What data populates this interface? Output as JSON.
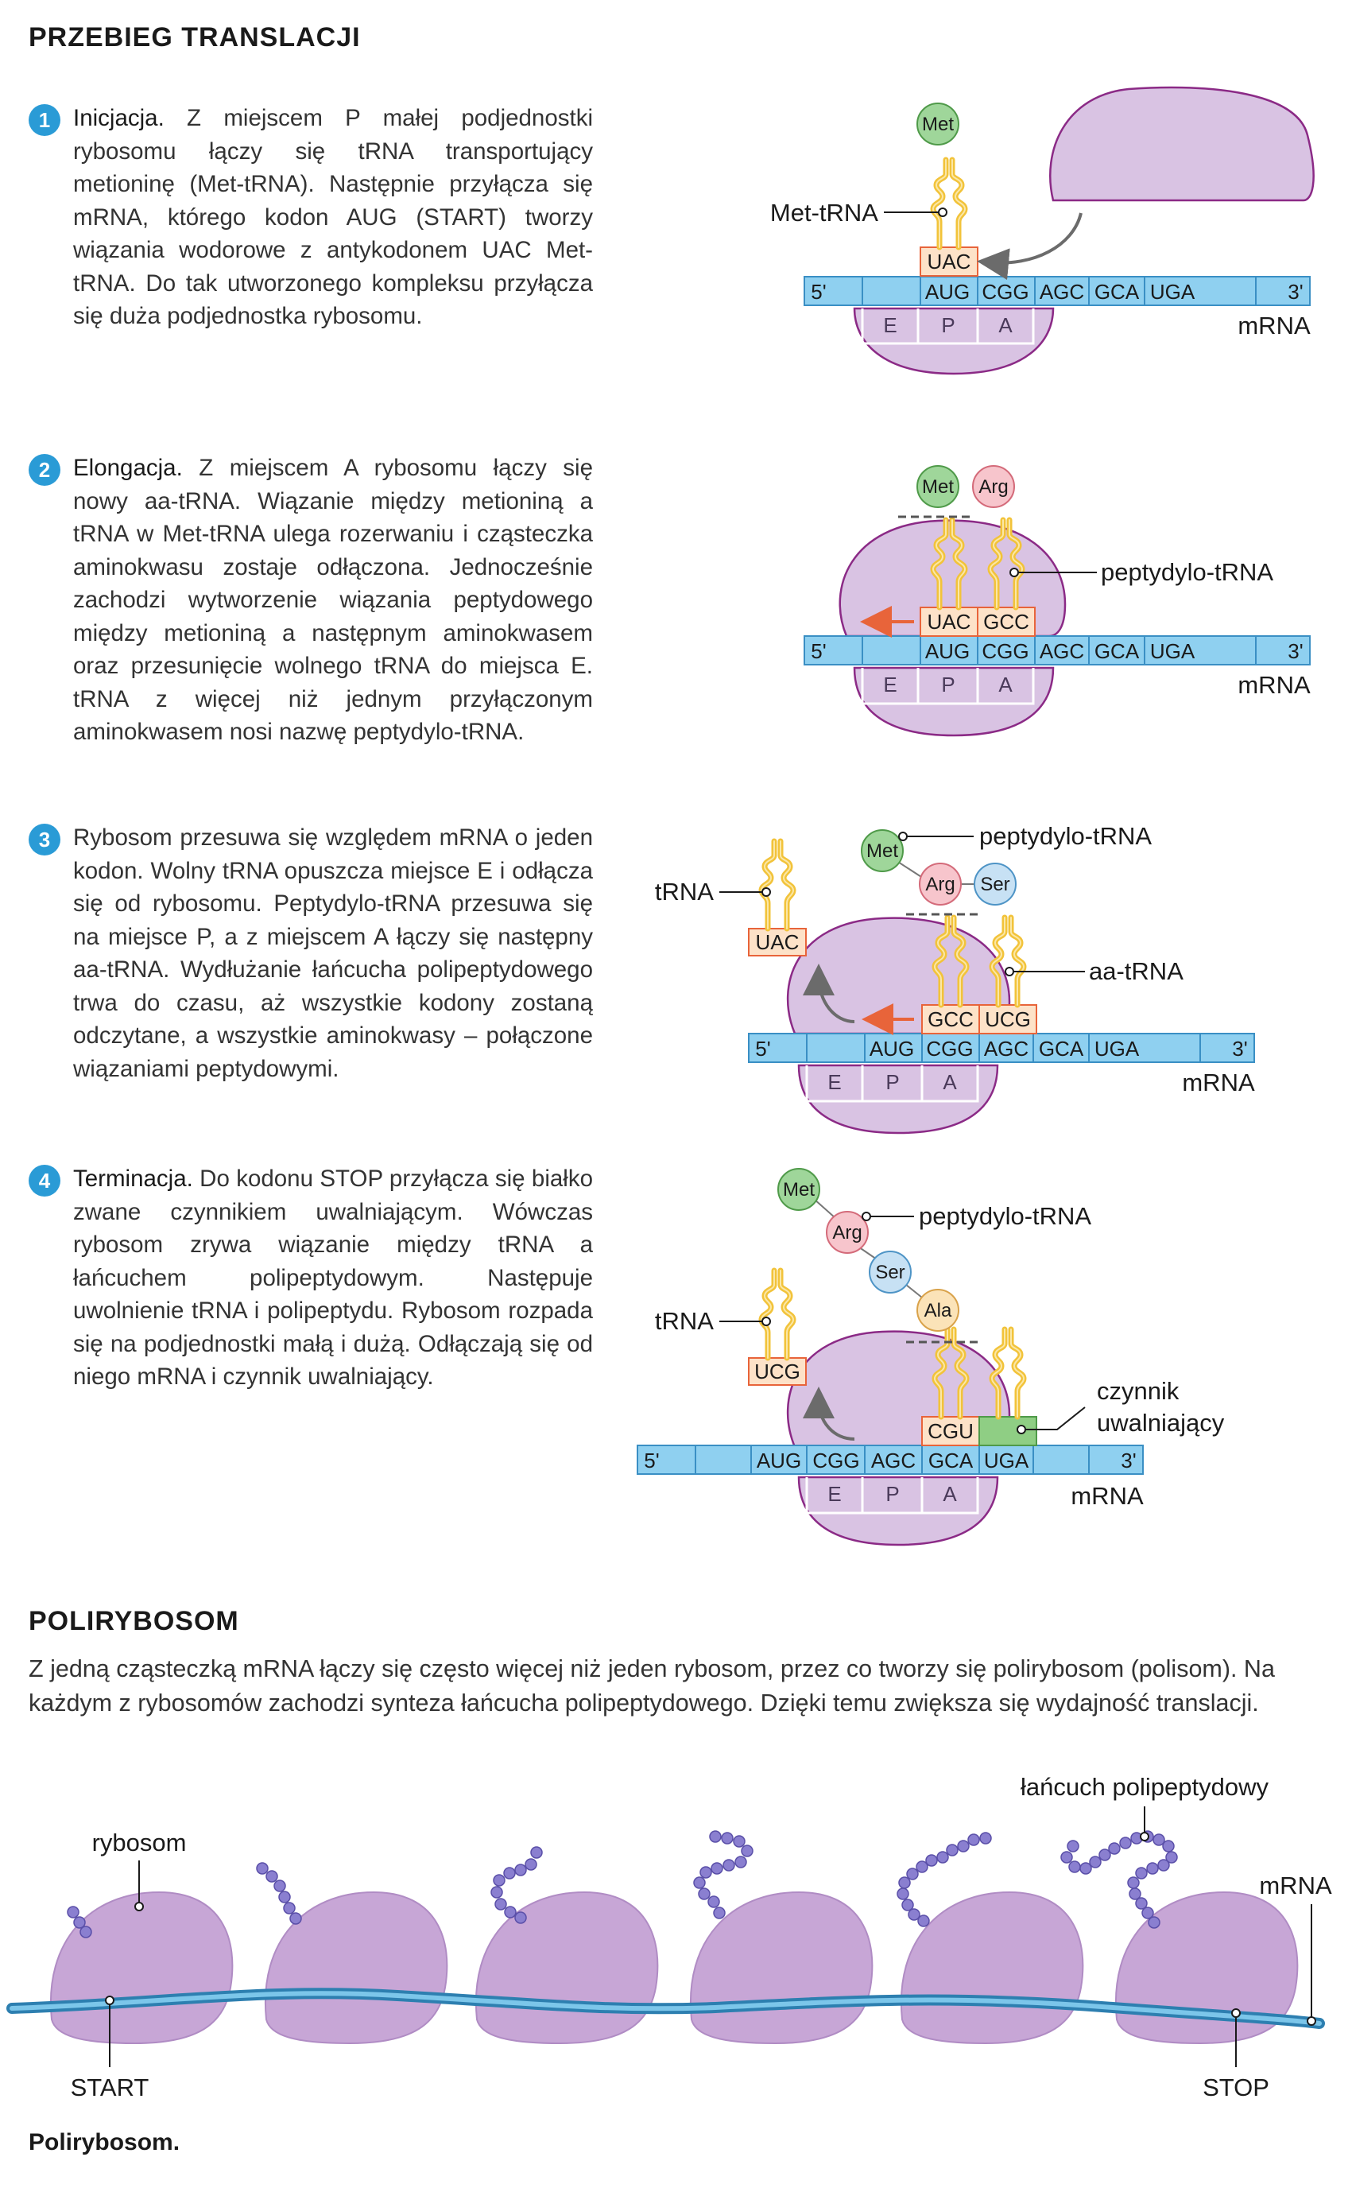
{
  "heading": "PRZEBIEG TRANSLACJI",
  "steps": [
    {
      "num": "1",
      "title": "Inicjacja.",
      "text": " Z miejscem P małej podjednostki rybosomu łączy się tRNA transportujący metioninę (Met-tRNA). Następnie przyłącza się mRNA, którego kodon AUG (START) tworzy wiązania wodorowe z antykodonem UAC Met-tRNA. Do tak utworzonego kompleksu przyłącza się duża podjednostka rybosomu."
    },
    {
      "num": "2",
      "title": "Elongacja.",
      "text": " Z miejscem A rybosomu łączy się nowy aa-tRNA. Wiązanie między metioniną a tRNA w Met-tRNA ulega rozerwaniu i cząsteczka aminokwasu zostaje odłączona. Jednocześnie zachodzi wytworzenie wiązania peptydowego między metioniną a następnym aminokwasem oraz przesunięcie wolnego tRNA do miejsca E. tRNA z więcej niż jednym przyłączonym aminokwasem nosi nazwę peptydylo-tRNA."
    },
    {
      "num": "3",
      "title": "",
      "text": "Rybosom przesuwa się względem mRNA o jeden kodon. Wolny tRNA opuszcza miejsce E i odłącza się od rybosomu. Peptydylo-tRNA przesuwa się na miejsce P, a z miejscem A łączy się następny aa-tRNA. Wydłużanie łańcucha polipeptydowego trwa do czasu, aż wszystkie kodony zostaną odczytane, a wszystkie aminokwasy – połączone wiązaniami peptydowymi."
    },
    {
      "num": "4",
      "title": "Terminacja.",
      "text": " Do kodonu STOP przyłącza się białko zwane czynnikiem uwalniającym. Wówczas rybosom zrywa wiązanie między tRNA a łańcuchem polipeptydowym. Następuje uwolnienie tRNA i polipeptydu. Rybosom rozpada się na podjednostki małą i dużą. Odłączają się od niego mRNA i czynnik uwalniający."
    }
  ],
  "diagram": {
    "end5": "5'",
    "end3": "3'",
    "mrna": "mRNA",
    "sites": [
      "E",
      "P",
      "A"
    ],
    "codons": [
      "AUG",
      "CGG",
      "AGC",
      "GCA",
      "UGA"
    ],
    "met_trna": "Met-tRNA",
    "peptydylo": "peptydylo-tRNA",
    "aa_trna": "aa-tRNA",
    "trna": "tRNA",
    "czynnik1": "czynnik",
    "czynnik2": "uwalniający",
    "aa_met": "Met",
    "aa_arg": "Arg",
    "aa_ser": "Ser",
    "aa_ala": "Ala",
    "anti_uac": "UAC",
    "anti_gcc": "GCC",
    "anti_ucg": "UCG",
    "anti_cgu": "CGU"
  },
  "polyribosome": {
    "heading": "POLIRYBOSOM",
    "text": "Z jedną cząsteczką mRNA łączy się często więcej niż jeden rybosom, przez co tworzy się polirybosom (polisom). Na każdym z rybosomów zachodzi synteza łańcucha polipeptydowego. Dzięki temu zwiększa się wydajność translacji.",
    "label_ribosome": "rybosom",
    "label_chain": "łańcuch polipeptydowy",
    "label_mrna": "mRNA",
    "label_start": "START",
    "label_stop": "STOP",
    "caption": "Polirybosom."
  },
  "colors": {
    "mrna": "#8fd0f0",
    "ribosome": "#d9c3e3",
    "ribosome_edge": "#8b2a86",
    "trna": "#f2c33a",
    "met": "#9fd69a",
    "arg": "#f7c5cc",
    "ser": "#c7e1f4",
    "ala": "#fbe3b8",
    "badge": "#2a9bd6",
    "arrow": "#e8643a"
  }
}
